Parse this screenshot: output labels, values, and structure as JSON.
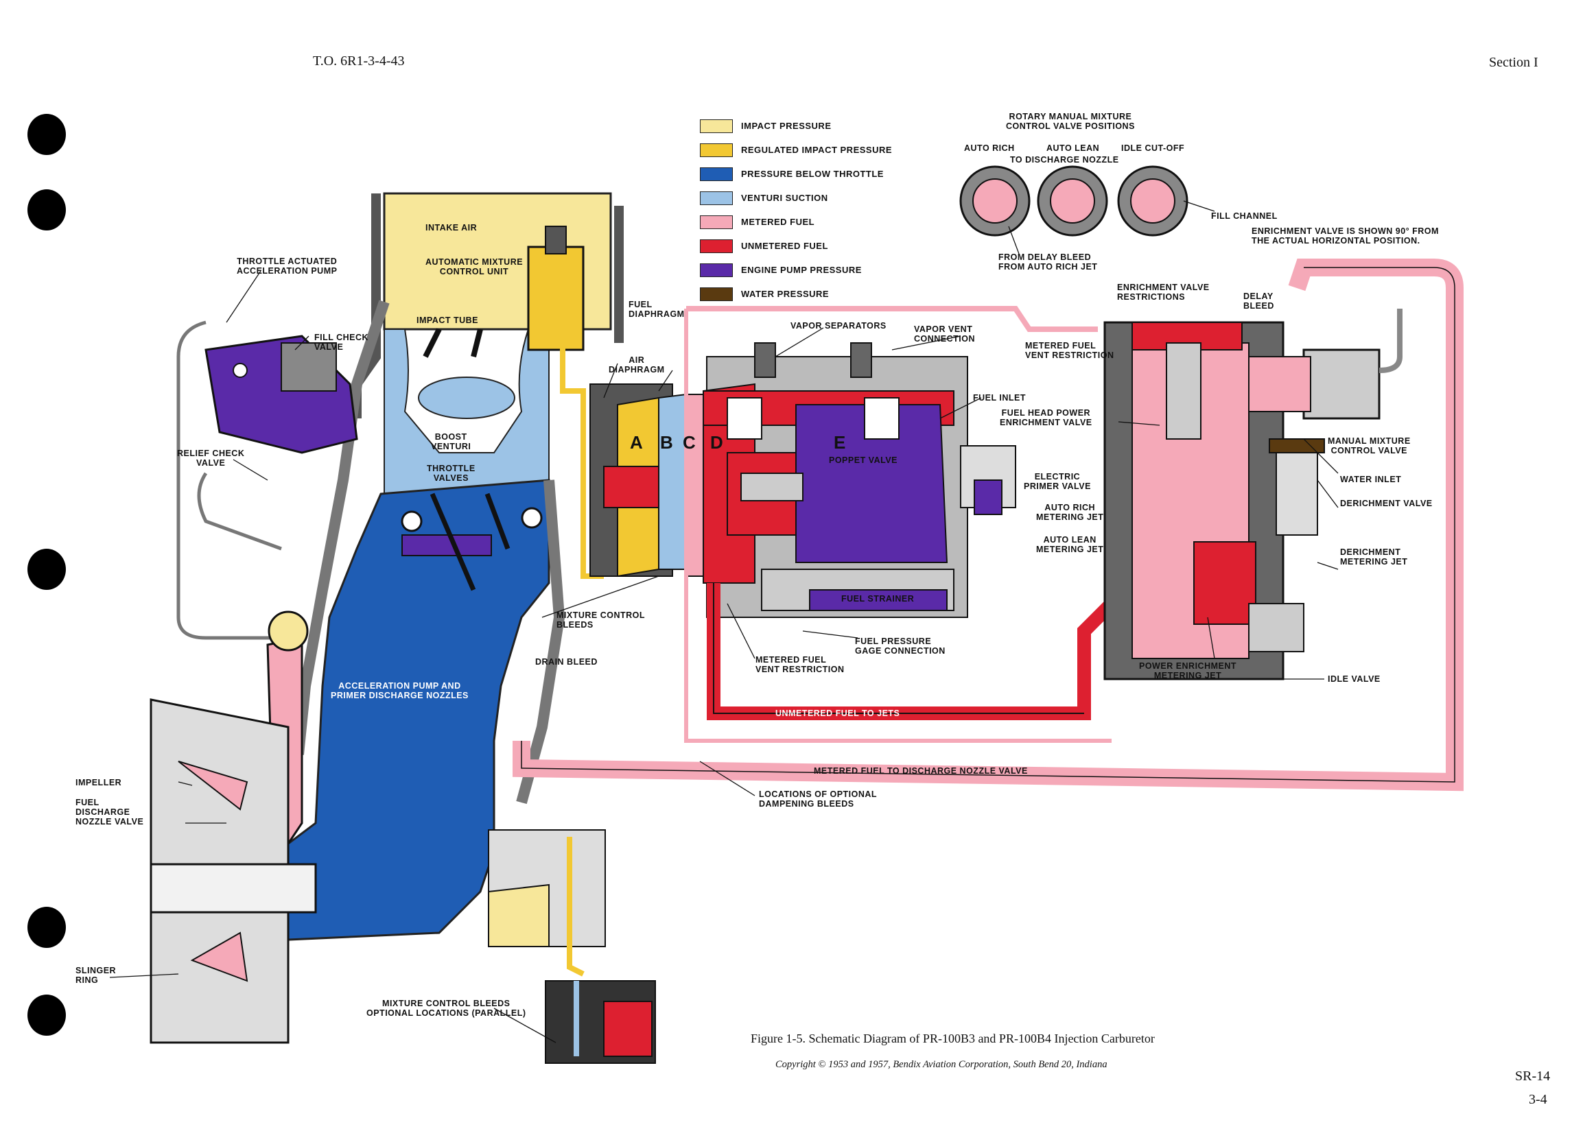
{
  "header": {
    "doc_number": "T.O. 6R1-3-4-43",
    "section": "Section I"
  },
  "legend": [
    {
      "label": "IMPACT PRESSURE",
      "color": "#f7e79a"
    },
    {
      "label": "REGULATED IMPACT PRESSURE",
      "color": "#f2c832"
    },
    {
      "label": "PRESSURE BELOW THROTTLE",
      "color": "#1f5db4"
    },
    {
      "label": "VENTURI SUCTION",
      "color": "#9cc3e6"
    },
    {
      "label": "METERED FUEL",
      "color": "#f5a9b8"
    },
    {
      "label": "UNMETERED FUEL",
      "color": "#dd2030"
    },
    {
      "label": "ENGINE PUMP PRESSURE",
      "color": "#5a2aa8"
    },
    {
      "label": "WATER PRESSURE",
      "color": "#5a3a10"
    }
  ],
  "rotary": {
    "title1": "ROTARY MANUAL MIXTURE",
    "title2": "CONTROL VALVE POSITIONS",
    "auto_rich": "AUTO RICH",
    "auto_lean": "AUTO LEAN",
    "idle_cutoff": "IDLE CUT-OFF",
    "to_discharge": "TO DISCHARGE NOZZLE",
    "fill_channel": "FILL CHANNEL",
    "from_delay1": "FROM DELAY BLEED",
    "from_delay2": "FROM AUTO RICH JET"
  },
  "labels": {
    "intake_air": "INTAKE AIR",
    "auto_mix1": "AUTOMATIC MIXTURE",
    "auto_mix2": "CONTROL UNIT",
    "throttle_acc1": "THROTTLE ACTUATED",
    "throttle_acc2": "ACCELERATION PUMP",
    "fill_check1": "FILL CHECK",
    "fill_check2": "VALVE",
    "impact_tube": "IMPACT TUBE",
    "fuel_diaphragm1": "FUEL",
    "fuel_diaphragm2": "DIAPHRAGM",
    "air_diaphragm1": "AIR",
    "air_diaphragm2": "DIAPHRAGM",
    "vapor_separators": "VAPOR SEPARATORS",
    "vapor_vent1": "VAPOR VENT",
    "vapor_vent2": "CONNECTION",
    "metered_vent1": "METERED FUEL",
    "metered_vent2": "VENT RESTRICTION",
    "enrich_restr1": "ENRICHMENT VALVE",
    "enrich_restr2": "RESTRICTIONS",
    "delay_bleed1": "DELAY",
    "delay_bleed2": "BLEED",
    "enrich_note1": "ENRICHMENT VALVE IS SHOWN 90° FROM",
    "enrich_note2": "THE ACTUAL HORIZONTAL POSITION.",
    "relief_check1": "RELIEF CHECK",
    "relief_check2": "VALVE",
    "boost_venturi1": "BOOST",
    "boost_venturi2": "VENTURI",
    "throttle_valves1": "THROTTLE",
    "throttle_valves2": "VALVES",
    "fuel_inlet": "FUEL INLET",
    "fuel_head1": "FUEL HEAD POWER",
    "fuel_head2": "ENRICHMENT VALVE",
    "poppet_valve": "POPPET VALVE",
    "electric_primer1": "ELECTRIC",
    "electric_primer2": "PRIMER VALVE",
    "auto_rich_jet1": "AUTO RICH",
    "auto_rich_jet2": "METERING JET",
    "auto_lean_jet1": "AUTO LEAN",
    "auto_lean_jet2": "METERING JET",
    "manual_mix1": "MANUAL MIXTURE",
    "manual_mix2": "CONTROL VALVE",
    "water_inlet": "WATER INLET",
    "derichment_valve": "DERICHMENT VALVE",
    "derich_jet1": "DERICHMENT",
    "derich_jet2": "METERING JET",
    "fuel_strainer": "FUEL STRAINER",
    "mix_bleeds1": "MIXTURE CONTROL",
    "mix_bleeds2": "BLEEDS",
    "drain_bleed": "DRAIN BLEED",
    "gage1": "FUEL PRESSURE",
    "gage2": "GAGE CONNECTION",
    "metered_vent_b1": "METERED FUEL",
    "metered_vent_b2": "VENT RESTRICTION",
    "power_enrich1": "POWER ENRICHMENT",
    "power_enrich2": "METERING JET",
    "idle_valve": "IDLE VALVE",
    "accel_nozzles1": "ACCELERATION PUMP AND",
    "accel_nozzles2": "PRIMER DISCHARGE NOZZLES",
    "unmetered_to_jets": "UNMETERED FUEL TO JETS",
    "metered_to_nozzle": "METERED FUEL TO DISCHARGE NOZZLE VALVE",
    "impeller": "IMPELLER",
    "fuel_nozzle1": "FUEL",
    "fuel_nozzle2": "DISCHARGE",
    "fuel_nozzle3": "NOZZLE VALVE",
    "damp1": "LOCATIONS OF OPTIONAL",
    "damp2": "DAMPENING BLEEDS",
    "slinger1": "SLINGER",
    "slinger2": "RING",
    "opt_bleeds1": "MIXTURE CONTROL BLEEDS",
    "opt_bleeds2": "OPTIONAL LOCATIONS (PARALLEL)",
    "ch_a": "A",
    "ch_b": "B",
    "ch_c": "C",
    "ch_d": "D",
    "ch_e": "E"
  },
  "caption": "Figure 1-5.  Schematic Diagram of PR-100B3 and PR-100B4 Injection Carburetor",
  "copyright": "Copyright © 1953 and 1957, Bendix Aviation Corporation, South Bend 20, Indiana",
  "footer": {
    "code": "SR-14",
    "page": "3-4"
  }
}
